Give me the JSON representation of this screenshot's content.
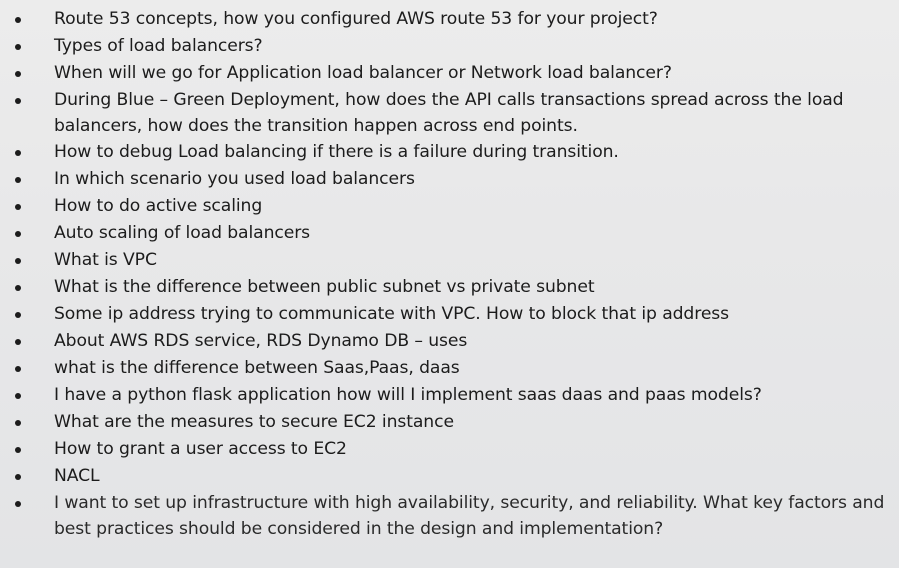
{
  "items": [
    {
      "text": "Route 53 concepts, how you configured AWS route 53 for your project?"
    },
    {
      "text": "Types of load balancers?"
    },
    {
      "text": "When will we go for Application load balancer or Network load balancer?"
    },
    {
      "text": "During Blue – Green Deployment, how does the API calls transactions spread across the load balancers, how does the transition happen across end points."
    },
    {
      "text": "How to debug Load balancing if there is a failure during transition."
    },
    {
      "text": "In which scenario you used load balancers"
    },
    {
      "text": "How to do active scaling"
    },
    {
      "text": "Auto scaling of load balancers"
    },
    {
      "text": "What is VPC"
    },
    {
      "text": "What is the difference between public subnet vs private subnet"
    },
    {
      "text": "Some ip address trying to communicate with VPC. How to block that ip address"
    },
    {
      "text": "About AWS RDS service, RDS Dynamo DB – uses"
    },
    {
      "text": "what is the difference between Saas,Paas, daas"
    },
    {
      "text": "I have a python flask application how will I implement saas daas and paas models?"
    },
    {
      "text": "What are the measures to secure EC2 instance"
    },
    {
      "text": "How to grant a user access to EC2"
    },
    {
      "text": "NACL"
    },
    {
      "text": "I want to set up infrastructure with high availability, security, and reliability. What key factors and best practices should be considered in the design and implementation?"
    }
  ]
}
